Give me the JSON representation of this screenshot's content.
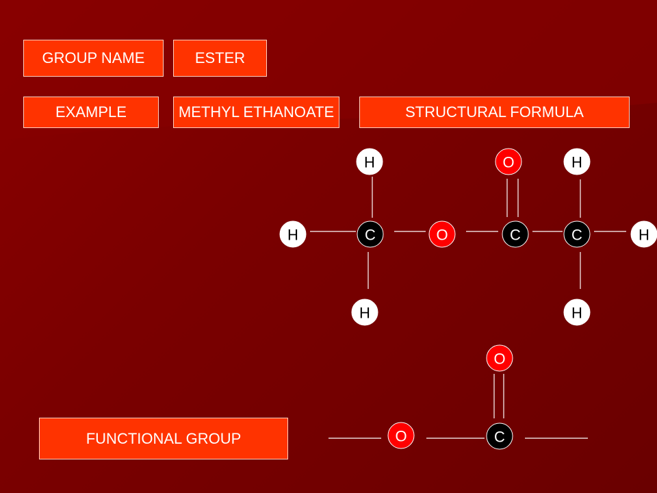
{
  "labels": {
    "group_name": "GROUP NAME",
    "group_value": "ESTER",
    "example": "EXAMPLE",
    "example_value": "METHYL ETHANOATE",
    "structural_formula": "STRUCTURAL FORMULA",
    "functional_group": "FUNCTIONAL GROUP"
  },
  "colors": {
    "background": "#6e0000",
    "label_fill": "#ff3300",
    "hydrogen": "#ffffff",
    "carbon": "#000000",
    "oxygen": "#ff0000",
    "bond": "#ffffff"
  },
  "molecule": {
    "atoms": [
      {
        "id": "h1",
        "symbol": "H"
      },
      {
        "id": "o1",
        "symbol": "O"
      },
      {
        "id": "h2",
        "symbol": "H"
      },
      {
        "id": "h3",
        "symbol": "H"
      },
      {
        "id": "c1",
        "symbol": "C"
      },
      {
        "id": "o2",
        "symbol": "O"
      },
      {
        "id": "c2",
        "symbol": "C"
      },
      {
        "id": "c3",
        "symbol": "C"
      },
      {
        "id": "h4",
        "symbol": "H"
      },
      {
        "id": "h5",
        "symbol": "H"
      },
      {
        "id": "h6",
        "symbol": "H"
      }
    ]
  },
  "functional": {
    "atoms": [
      {
        "id": "fo1",
        "symbol": "O"
      },
      {
        "id": "fo2",
        "symbol": "O"
      },
      {
        "id": "fc1",
        "symbol": "C"
      }
    ]
  }
}
